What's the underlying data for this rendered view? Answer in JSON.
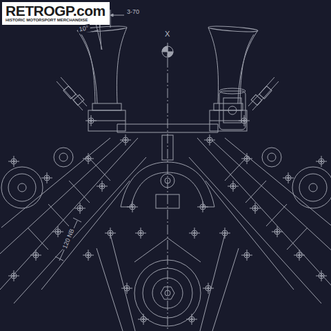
{
  "diagram": {
    "nodes": [
      {
        "text": [
          "RETROGP.com",
          "HISTORIC MOTORSPORT MERCHANDISE"
        ]
      }
    ],
    "labels": [
      "3-70",
      "10°",
      "X",
      "120 NB"
    ]
  }
}
